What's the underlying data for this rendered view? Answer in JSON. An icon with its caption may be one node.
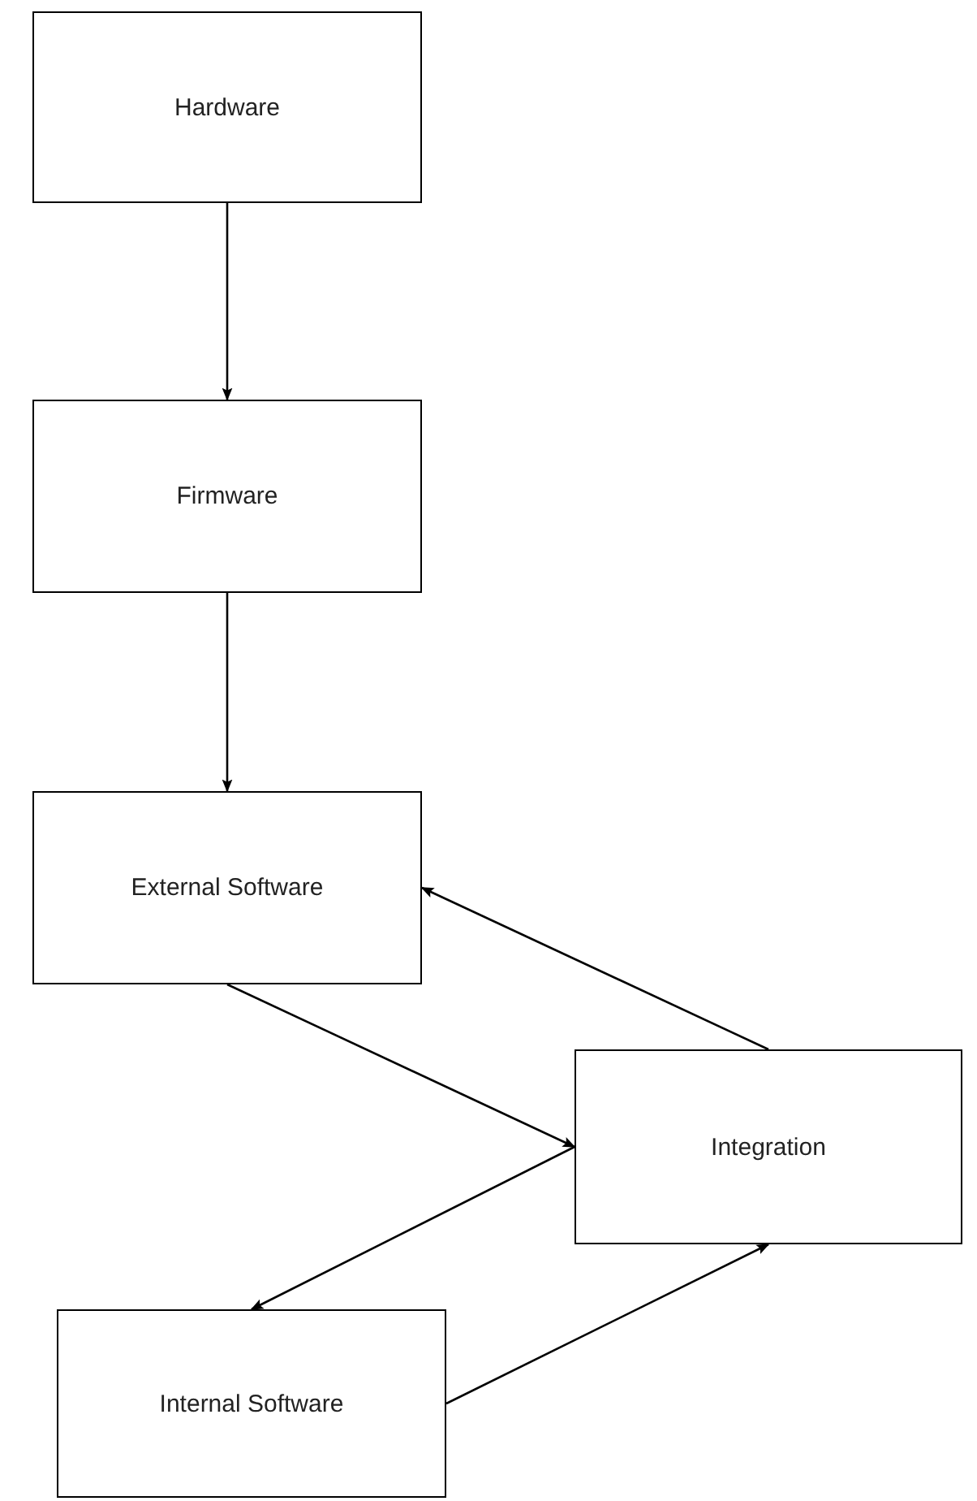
{
  "diagram": {
    "nodes": [
      {
        "text": [
          "Hardware"
        ]
      },
      {
        "text": [
          "Firmware"
        ]
      },
      {
        "text": [
          "External Software"
        ]
      },
      {
        "text": [
          "Integration"
        ]
      },
      {
        "text": [
          "Internal Software"
        ]
      }
    ],
    "edges": [
      {
        "from": 0,
        "to": 1,
        "arrow": "to"
      },
      {
        "from": 1,
        "to": 2,
        "arrow": "to"
      },
      {
        "from": 3,
        "to": 2,
        "arrow": "to"
      },
      {
        "from": 2,
        "to": 3,
        "arrow": "to"
      },
      {
        "from": 3,
        "to": 4,
        "arrow": "to"
      },
      {
        "from": 4,
        "to": 3,
        "arrow": "to"
      }
    ]
  }
}
